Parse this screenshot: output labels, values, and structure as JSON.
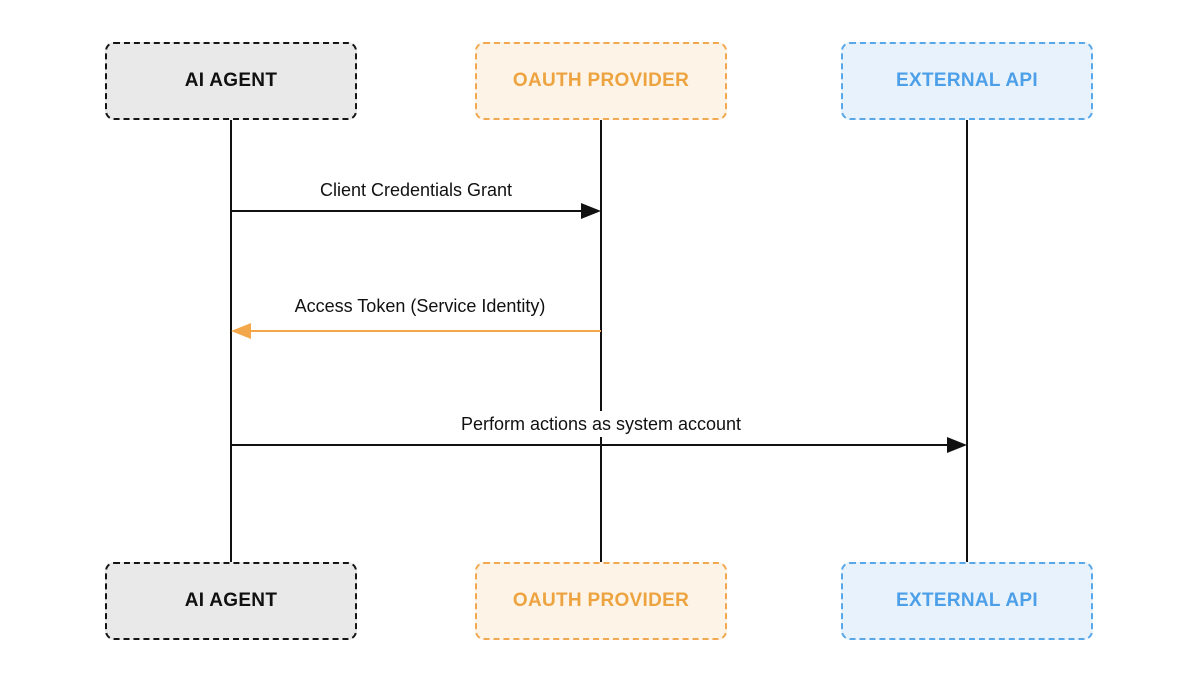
{
  "diagram": {
    "type": "sequence",
    "background_color": "#ffffff",
    "actors": [
      {
        "id": "ai-agent",
        "label": "AI AGENT",
        "fill_color": "#e9e9e9",
        "border_color": "#151515",
        "text_color": "#111111",
        "border_style": "dashed"
      },
      {
        "id": "oauth-provider",
        "label": "OAUTH PROVIDER",
        "fill_color": "#fdf3e6",
        "border_color": "#f2a851",
        "text_color": "#eda33f",
        "border_style": "dashed"
      },
      {
        "id": "external-api",
        "label": "EXTERNAL API",
        "fill_color": "#e7f2fc",
        "border_color": "#58a7e9",
        "text_color": "#4da0e8",
        "border_style": "dashed"
      }
    ],
    "messages": [
      {
        "order": 1,
        "from": "ai-agent",
        "to": "oauth-provider",
        "label": "Client Credentials Grant",
        "arrow_color": "#111111",
        "direction": "right"
      },
      {
        "order": 2,
        "from": "oauth-provider",
        "to": "ai-agent",
        "label": "Access Token (Service Identity)",
        "arrow_color": "#f2a84a",
        "direction": "left"
      },
      {
        "order": 3,
        "from": "ai-agent",
        "to": "external-api",
        "label": "Perform actions as system account",
        "arrow_color": "#111111",
        "direction": "right"
      }
    ]
  }
}
